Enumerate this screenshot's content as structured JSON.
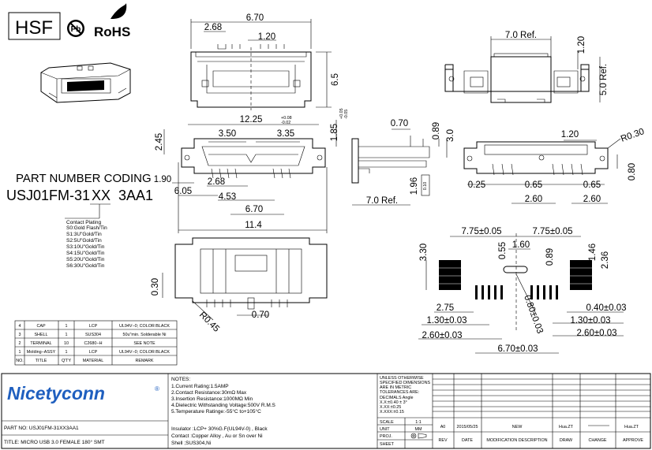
{
  "logos": {
    "hsf": "HSF",
    "pb": "Pb",
    "rohs": "RoHS",
    "brand": "Nicetyconn",
    "reg": "®"
  },
  "dims_front": [
    "6.70",
    "2.68",
    "1.20",
    "6.5"
  ],
  "dims_top": [
    "12.25",
    "+0.08",
    "-0.02",
    "3.50",
    "3.35",
    "2.45",
    "1.85",
    "+0.05",
    "-0.05",
    "1.90",
    "2.68",
    "6.05",
    "4.53",
    "6.70",
    "11.4"
  ],
  "dims_side": [
    "7.0 Ref.",
    "1.20",
    "5.0 Ref."
  ],
  "dims_section": [
    "0.70",
    "0.89",
    "3.0",
    "1.96",
    "0.10",
    "7.0 Ref."
  ],
  "dims_rear": [
    "1.20",
    "R0.30",
    "0.80",
    "0.25",
    "0.65",
    "0.65",
    "2.60",
    "2.60"
  ],
  "dims_bottom": [
    "0.30",
    "R0.45",
    "0.70"
  ],
  "dims_pcb": [
    "7.75±0.05",
    "7.75±0.05",
    "0.55",
    "1.60",
    "0.89",
    "1.46",
    "3.30",
    "2.36",
    "0.80±0.03",
    "2.75",
    "0.40±0.03",
    "1.30±0.03",
    "1.30±0.03",
    "2.60±0.03",
    "2.60±0.03",
    "6.70±0.03"
  ],
  "part_coding": {
    "title": "PART NUMBER CODING",
    "code_a": "USJ01FM-31",
    "code_b": "XX",
    "code_c": "3AA1",
    "plating_title": "Contact Plating",
    "plating": [
      "S0:Gold Flash/Tin",
      "S1:3U\"Gold/Tin",
      "S2:5U\"Gold/Tin",
      "S3:10U\"Gold/Tin",
      "S4:15U\"Gold/Tin",
      "S5:20U\"Gold/Tin",
      "S6:30U\"Gold/Tin"
    ]
  },
  "bom": {
    "rows": [
      [
        "4",
        "CAP",
        "1",
        "LCP",
        "UL94V−0; COLOR:BLACK"
      ],
      [
        "3",
        "SHELL",
        "1",
        "SUS304",
        "50u\"min. Solderable Ni"
      ],
      [
        "2",
        "TERMINAL",
        "10",
        "C2680−H",
        "SEE NOTE"
      ],
      [
        "1",
        "Molding−ASSY",
        "1",
        "LCP",
        "UL94V−0; COLOR:BLACK"
      ]
    ],
    "header": [
      "NO.",
      "TITLE",
      "Q'TY",
      "MATERIAL",
      "REMARK"
    ]
  },
  "notes": {
    "title": "NOTES:",
    "lines": [
      "1.Current Rating:1.5AMP",
      "2.Contact Resistance:30mΩ Max",
      "3.Insertion Resistance:1000MΩ Min",
      "4.Dielectric Withstanding Voltage:500V R.M.S",
      "5.Temperature Ratinge:-55°C to+105°C"
    ],
    "materials": [
      "Insulator :LCP+ 30%G.F(UL94V-0) , Black",
      "Contact :Copper Alloy , Au or Sn over Ni",
      "Shell ;SUS304,Ni"
    ]
  },
  "title_block": {
    "part_no": "PART NO: USJ01FM-31XX3AA1",
    "title": "TITLE: MICRO USB 3.0 FEMALE 180° SMT",
    "tol_lines": [
      "UNLESS OTHERWISE",
      "SPECIFIED DIMENSIONS",
      "ARE IN METRIC",
      "TOLERANCES  ARE:",
      "DECIMALS       Angle",
      "  X.X:±0.40       ± 3°",
      "  X.XX:±0.25",
      "  X.XXX:±0.15"
    ],
    "scale_label": "SCALE",
    "scale": "1:1",
    "unit_label": "UNIT",
    "unit": "MM",
    "proj_label": "PROJ.",
    "sheet_label": "SHEET",
    "rev_row": [
      "A0",
      "2015/05/25",
      "NEW",
      "Hua.ZT",
      "Hua.ZT"
    ],
    "rev_head": [
      "REV",
      "DATE",
      "MODIFICATION DESCRIPTION",
      "DRAW",
      "CHANGE",
      "APPROVE"
    ]
  }
}
